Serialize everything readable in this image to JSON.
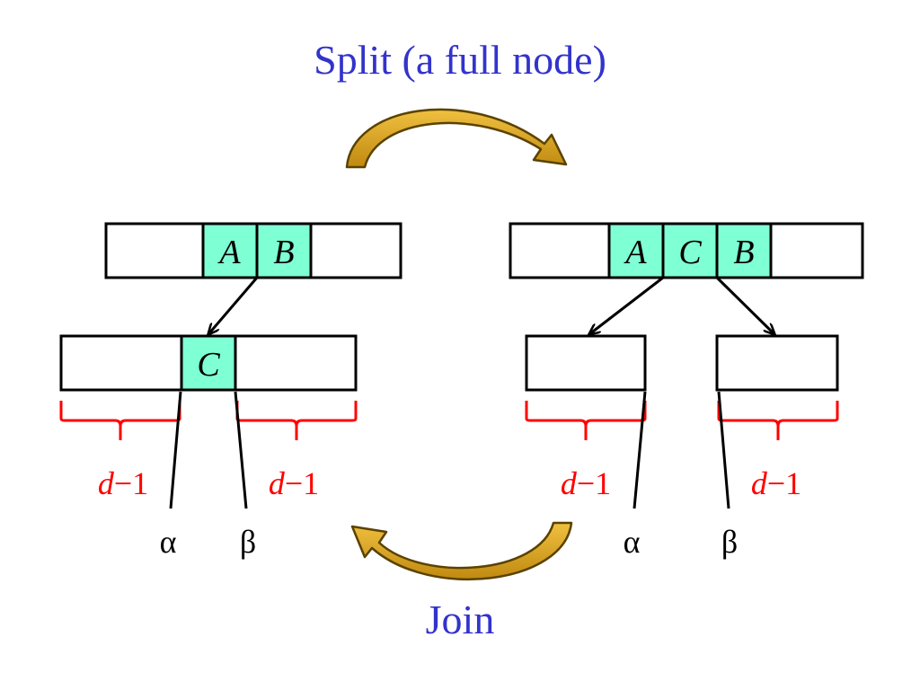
{
  "title_top": "Split (a full node)",
  "title_bottom": "Join",
  "colors": {
    "title": "#3333cc",
    "highlight_cell": "#7fffd4",
    "brace": "#ff0000",
    "arrow_fill": "#d4a017",
    "arrow_edge": "#5a4200"
  },
  "left": {
    "parent_keys": [
      "A",
      "B"
    ],
    "child_key": "C",
    "left_count": {
      "var": "d",
      "rest": "−1"
    },
    "right_count": {
      "var": "d",
      "rest": "−1"
    },
    "subtree_left": "α",
    "subtree_right": "β"
  },
  "right": {
    "parent_keys": [
      "A",
      "C",
      "B"
    ],
    "left_count": {
      "var": "d",
      "rest": "−1"
    },
    "right_count": {
      "var": "d",
      "rest": "−1"
    },
    "subtree_left": "α",
    "subtree_right": "β"
  }
}
